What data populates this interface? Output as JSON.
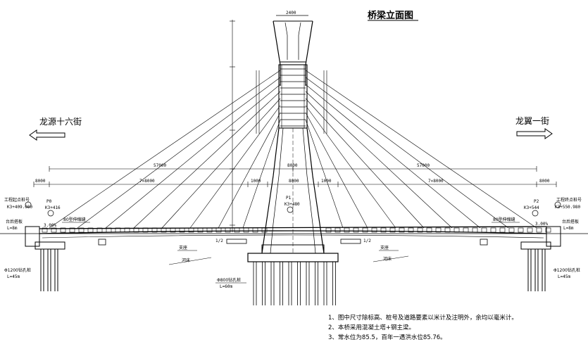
{
  "title": "桥梁立面图",
  "direction_left": "龙源十六街",
  "direction_right": "龙翼一街",
  "dims": {
    "top_width": "2400",
    "left_main": "57000",
    "right_main": "57000",
    "left_sub": "7×8000",
    "right_sub": "7×8000",
    "left_end": "8000",
    "right_end": "8000",
    "left_inner": "1000",
    "right_inner": "1000",
    "center_a": "8000",
    "center_b": "8000",
    "pile_dia": "Φ800钻孔桩",
    "pile_len": "L=60m",
    "pile_note_left": "Φ1200钻孔桩",
    "pile_len_left": "L=45m",
    "pile_note_right": "Φ1200钻孔桩",
    "pile_len_right": "L=45m",
    "slope_left": "3.00%",
    "slope_right": "3.00%"
  },
  "stations": {
    "start_label": "工程起点桩号",
    "start_value": "K3+409.000",
    "p0_label": "P0",
    "p0_value": "K3+416",
    "pier_label": "P1",
    "pier_value": "K3+480",
    "p2_label": "P2",
    "p2_value": "K3+544",
    "end_label": "工程终点桩号",
    "end_value": "K3+550.980"
  },
  "labels": {
    "joint_left": "80型伸缩缝",
    "joint_right": "80型伸缩缝",
    "abutment_left": "台后搭板",
    "abutment_right": "台后搭板",
    "abut_len_left": "L=8m",
    "abut_len_right": "L=8m",
    "bearing_left": "支座",
    "bearing_right": "支座",
    "ground_left": "河床",
    "ground_right": "河床",
    "beam_mid_left": "1/2",
    "beam_mid_right": "1/2"
  },
  "notes": [
    "1、图中尺寸除标高、桩号及道路要素以米计及注明外，余均以毫米计。",
    "2、本桥采用混凝土塔+钢主梁。",
    "3、常水位为85.5，百年一遇洪水位85.76。"
  ]
}
